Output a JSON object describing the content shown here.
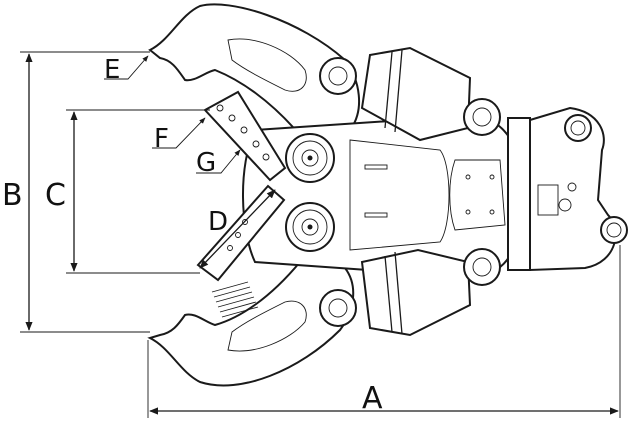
{
  "labels": {
    "A": "A",
    "B": "B",
    "C": "C",
    "D": "D",
    "E": "E",
    "F": "F",
    "G": "G"
  },
  "colors": {
    "line": "#1a1a1a",
    "background": "#ffffff"
  }
}
